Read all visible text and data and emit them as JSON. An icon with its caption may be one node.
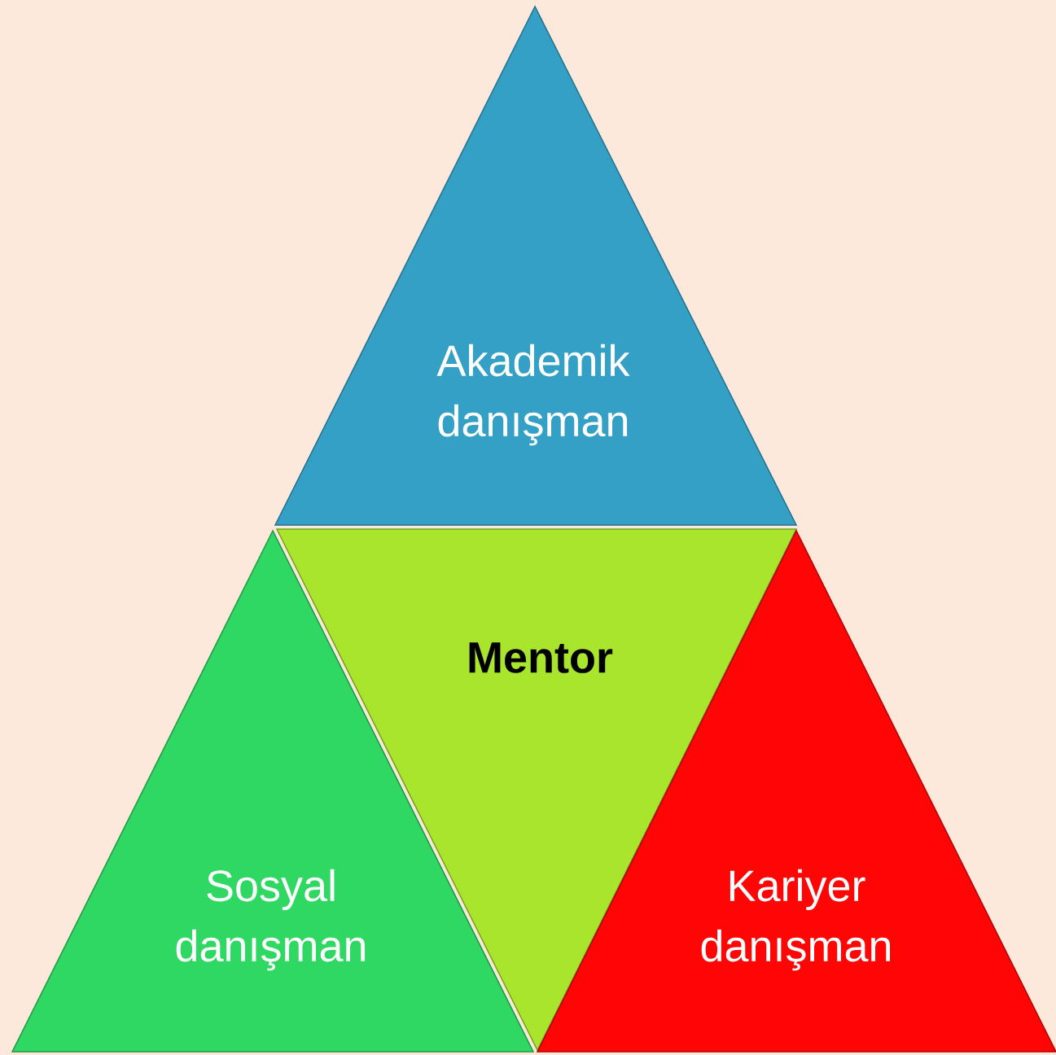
{
  "diagram": {
    "nodes": [
      {
        "text": [
          "Akademik danışman"
        ]
      },
      {
        "text": [
          "Mentor"
        ]
      },
      {
        "text": [
          "Sosyal danışman"
        ]
      },
      {
        "text": [
          "Kariyer danışman"
        ]
      }
    ]
  }
}
